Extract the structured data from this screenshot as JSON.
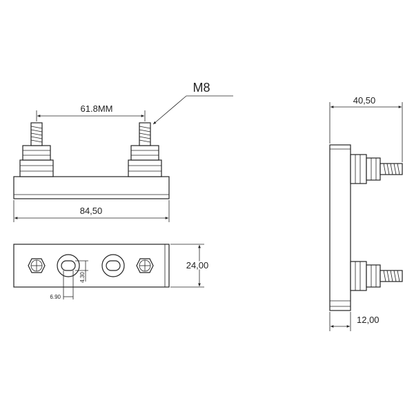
{
  "dimensions": {
    "stud_spacing": "61.8MM",
    "thread_callout": "M8",
    "base_length": "84,50",
    "base_width": "24,00",
    "slot_length": "4.30",
    "slot_width": "6.90",
    "total_height": "40,50",
    "base_thickness": "12,00"
  },
  "colors": {
    "line": "#222222",
    "background": "#ffffff"
  }
}
